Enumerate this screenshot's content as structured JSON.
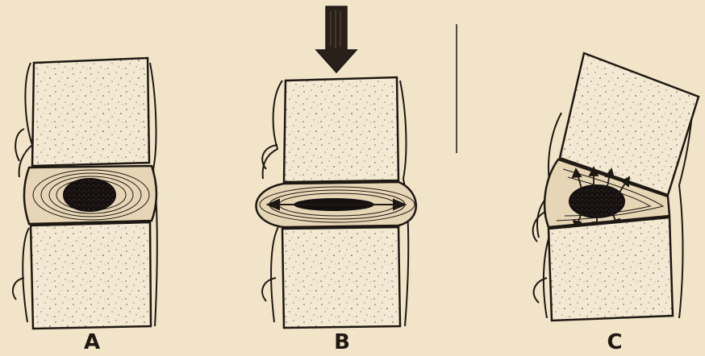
{
  "colors": {
    "paper": "#f1e4c8",
    "ink": "#1e1812",
    "bone_fill": "#f3e9d2",
    "disc_fill": "#e6d6b6",
    "nucleus": "#141010",
    "arrow": "#2a201a"
  },
  "panels": [
    {
      "id": "A",
      "label": "A",
      "state": "neutral"
    },
    {
      "id": "B",
      "label": "B",
      "state": "axial-compression"
    },
    {
      "id": "C",
      "label": "C",
      "state": "lateral-flexion"
    }
  ]
}
